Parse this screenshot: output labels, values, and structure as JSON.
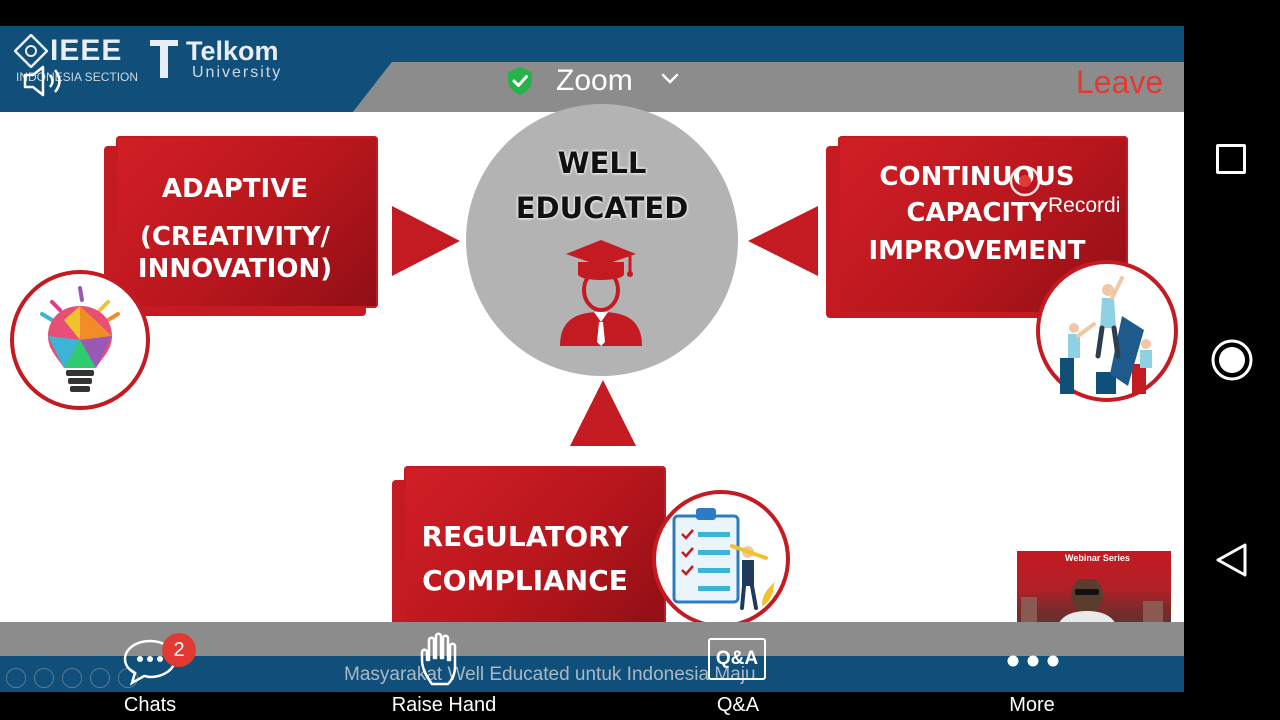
{
  "zoom": {
    "title": "Zoom",
    "leave_label": "Leave",
    "recording_label": "Recordi",
    "colors": {
      "leave": "#e23a32",
      "shield": "#27b24a"
    },
    "icons": {
      "audio": "speaker-icon",
      "security": "shield-check-icon",
      "title_menu": "chevron-down-icon"
    }
  },
  "slide": {
    "logos": {
      "ieee": "IEEE",
      "ieee_section": "INDONESIA SECTION",
      "telkom": "Telkom",
      "telkom_sub": "University"
    },
    "center": {
      "line1": "WELL",
      "line2": "EDUCATED"
    },
    "boxes": {
      "adaptive": {
        "line1": "ADAPTIVE",
        "line2": "(CREATIVITY/",
        "line3": "INNOVATION)"
      },
      "continuous": {
        "line1": "CONTINUOUS",
        "line2": "CAPACITY",
        "line3": "IMPROVEMENT"
      },
      "regulatory": {
        "line1": "REGULATORY",
        "line2": "COMPLIANCE"
      }
    },
    "footer_caption": "Masyarakat Well Educated untuk Indonesia Maju",
    "colors": {
      "red": "#c41a21",
      "blue": "#0f4f7a",
      "gray": "#b3b3b3"
    }
  },
  "video_thumbnail": {
    "label": "Webinar Series"
  },
  "toolbar": {
    "items": [
      {
        "label": "Chats",
        "icon": "chat-bubble-icon"
      },
      {
        "label": "Raise Hand",
        "icon": "raise-hand-icon"
      },
      {
        "label": "Q&A",
        "icon": "qa-icon"
      },
      {
        "label": "More",
        "icon": "more-dots-icon"
      }
    ],
    "chat_badge": "2",
    "qa_icon_text": "Q&A"
  },
  "android_nav": {
    "icons": [
      "recents-square-icon",
      "home-circle-icon",
      "back-triangle-icon"
    ]
  }
}
